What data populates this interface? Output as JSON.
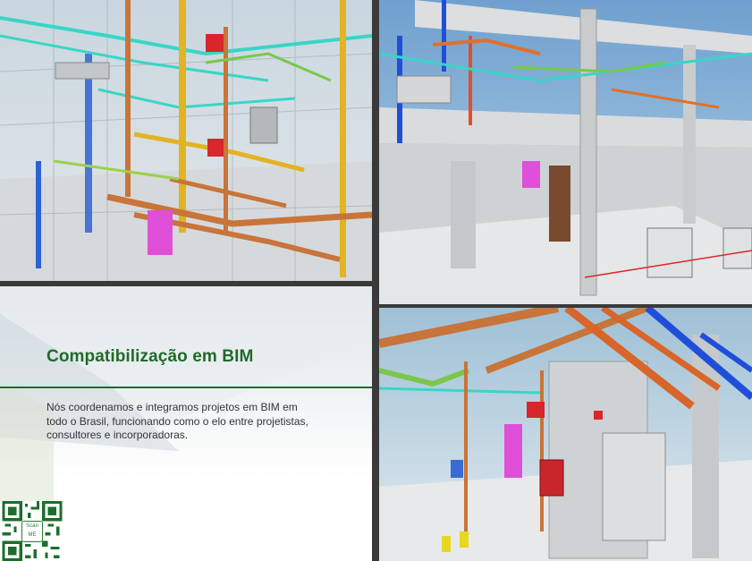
{
  "section": {
    "headline": "Compatibilização em BIM",
    "description": "Nós coordenamos e integramos projetos em BIM em todo o Brasil, funcionando como o elo entre projetistas, consultores e incorporadoras."
  },
  "qr": {
    "center_label_1": "Scan",
    "center_label_2": "ME"
  },
  "colors": {
    "brand_green": "#1f6b2a",
    "pipe_copper": "#c8743a",
    "pipe_blue": "#1f4fd8",
    "pipe_cyan": "#38d6c6",
    "pipe_yellow": "#e2b323",
    "pipe_magenta": "#e04fd8",
    "equipment_red": "#d8262a"
  },
  "panels": {
    "top_left": "bim-render-transparent-structure",
    "top_right": "bim-render-building-floors",
    "bottom_right": "bim-render-mep-room"
  }
}
